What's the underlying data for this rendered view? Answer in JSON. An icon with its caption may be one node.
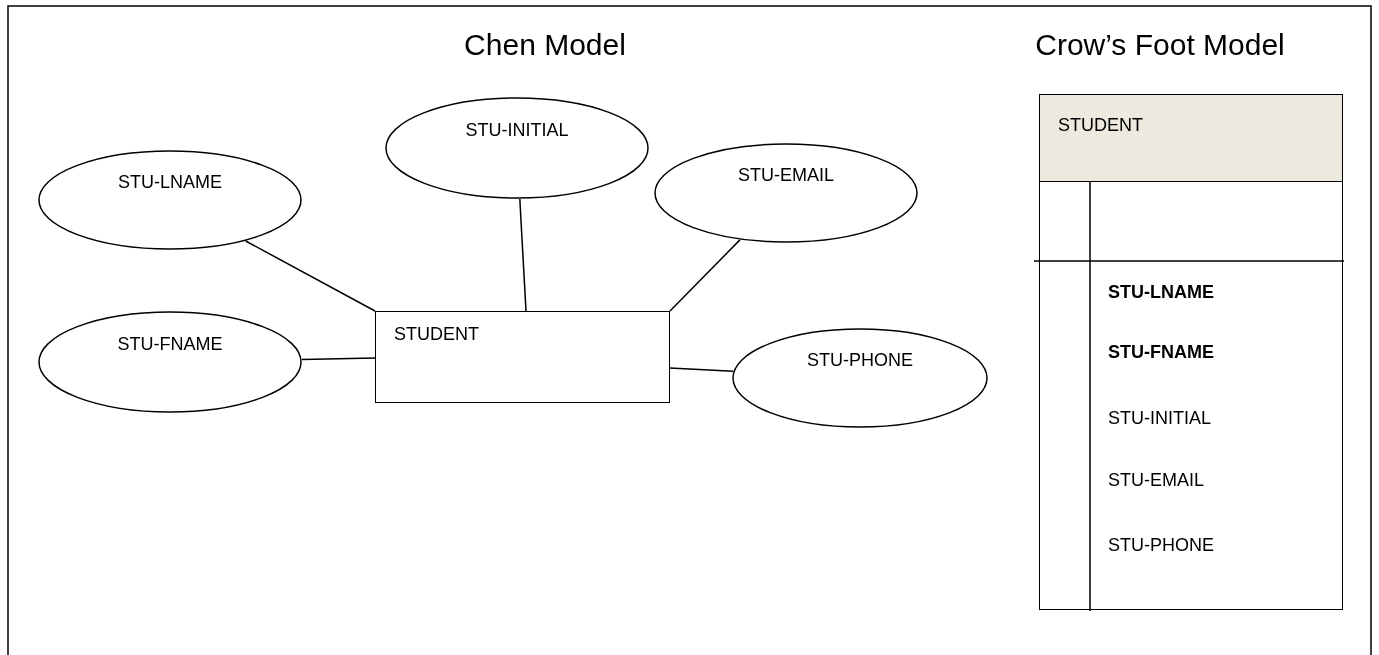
{
  "diagram": {
    "nodes": [
      {
        "text": [
          "STU-INITIAL"
        ]
      },
      {
        "text": [
          "STU-LNAME"
        ]
      },
      {
        "text": [
          "STU-EMAIL"
        ]
      },
      {
        "text": [
          "STU-FNAME"
        ]
      },
      {
        "text": [
          "STUDENT"
        ]
      },
      {
        "text": [
          "STU-PHONE"
        ]
      },
      {
        "text": [
          "STUDENT"
        ]
      }
    ],
    "edges": [
      {
        "from": 1,
        "to": 4,
        "arrow": "none"
      },
      {
        "from": 0,
        "to": 4,
        "arrow": "none"
      },
      {
        "from": 2,
        "to": 4,
        "arrow": "none"
      },
      {
        "from": 3,
        "to": 4,
        "arrow": "none"
      },
      {
        "from": 5,
        "to": 4,
        "arrow": "none"
      }
    ],
    "labels": [
      "Chen Model",
      "Crow’s Foot Model",
      "STU-LNAME",
      "STU-FNAME",
      "STU-INITIAL",
      "STU-EMAIL",
      "STU-PHONE"
    ]
  }
}
